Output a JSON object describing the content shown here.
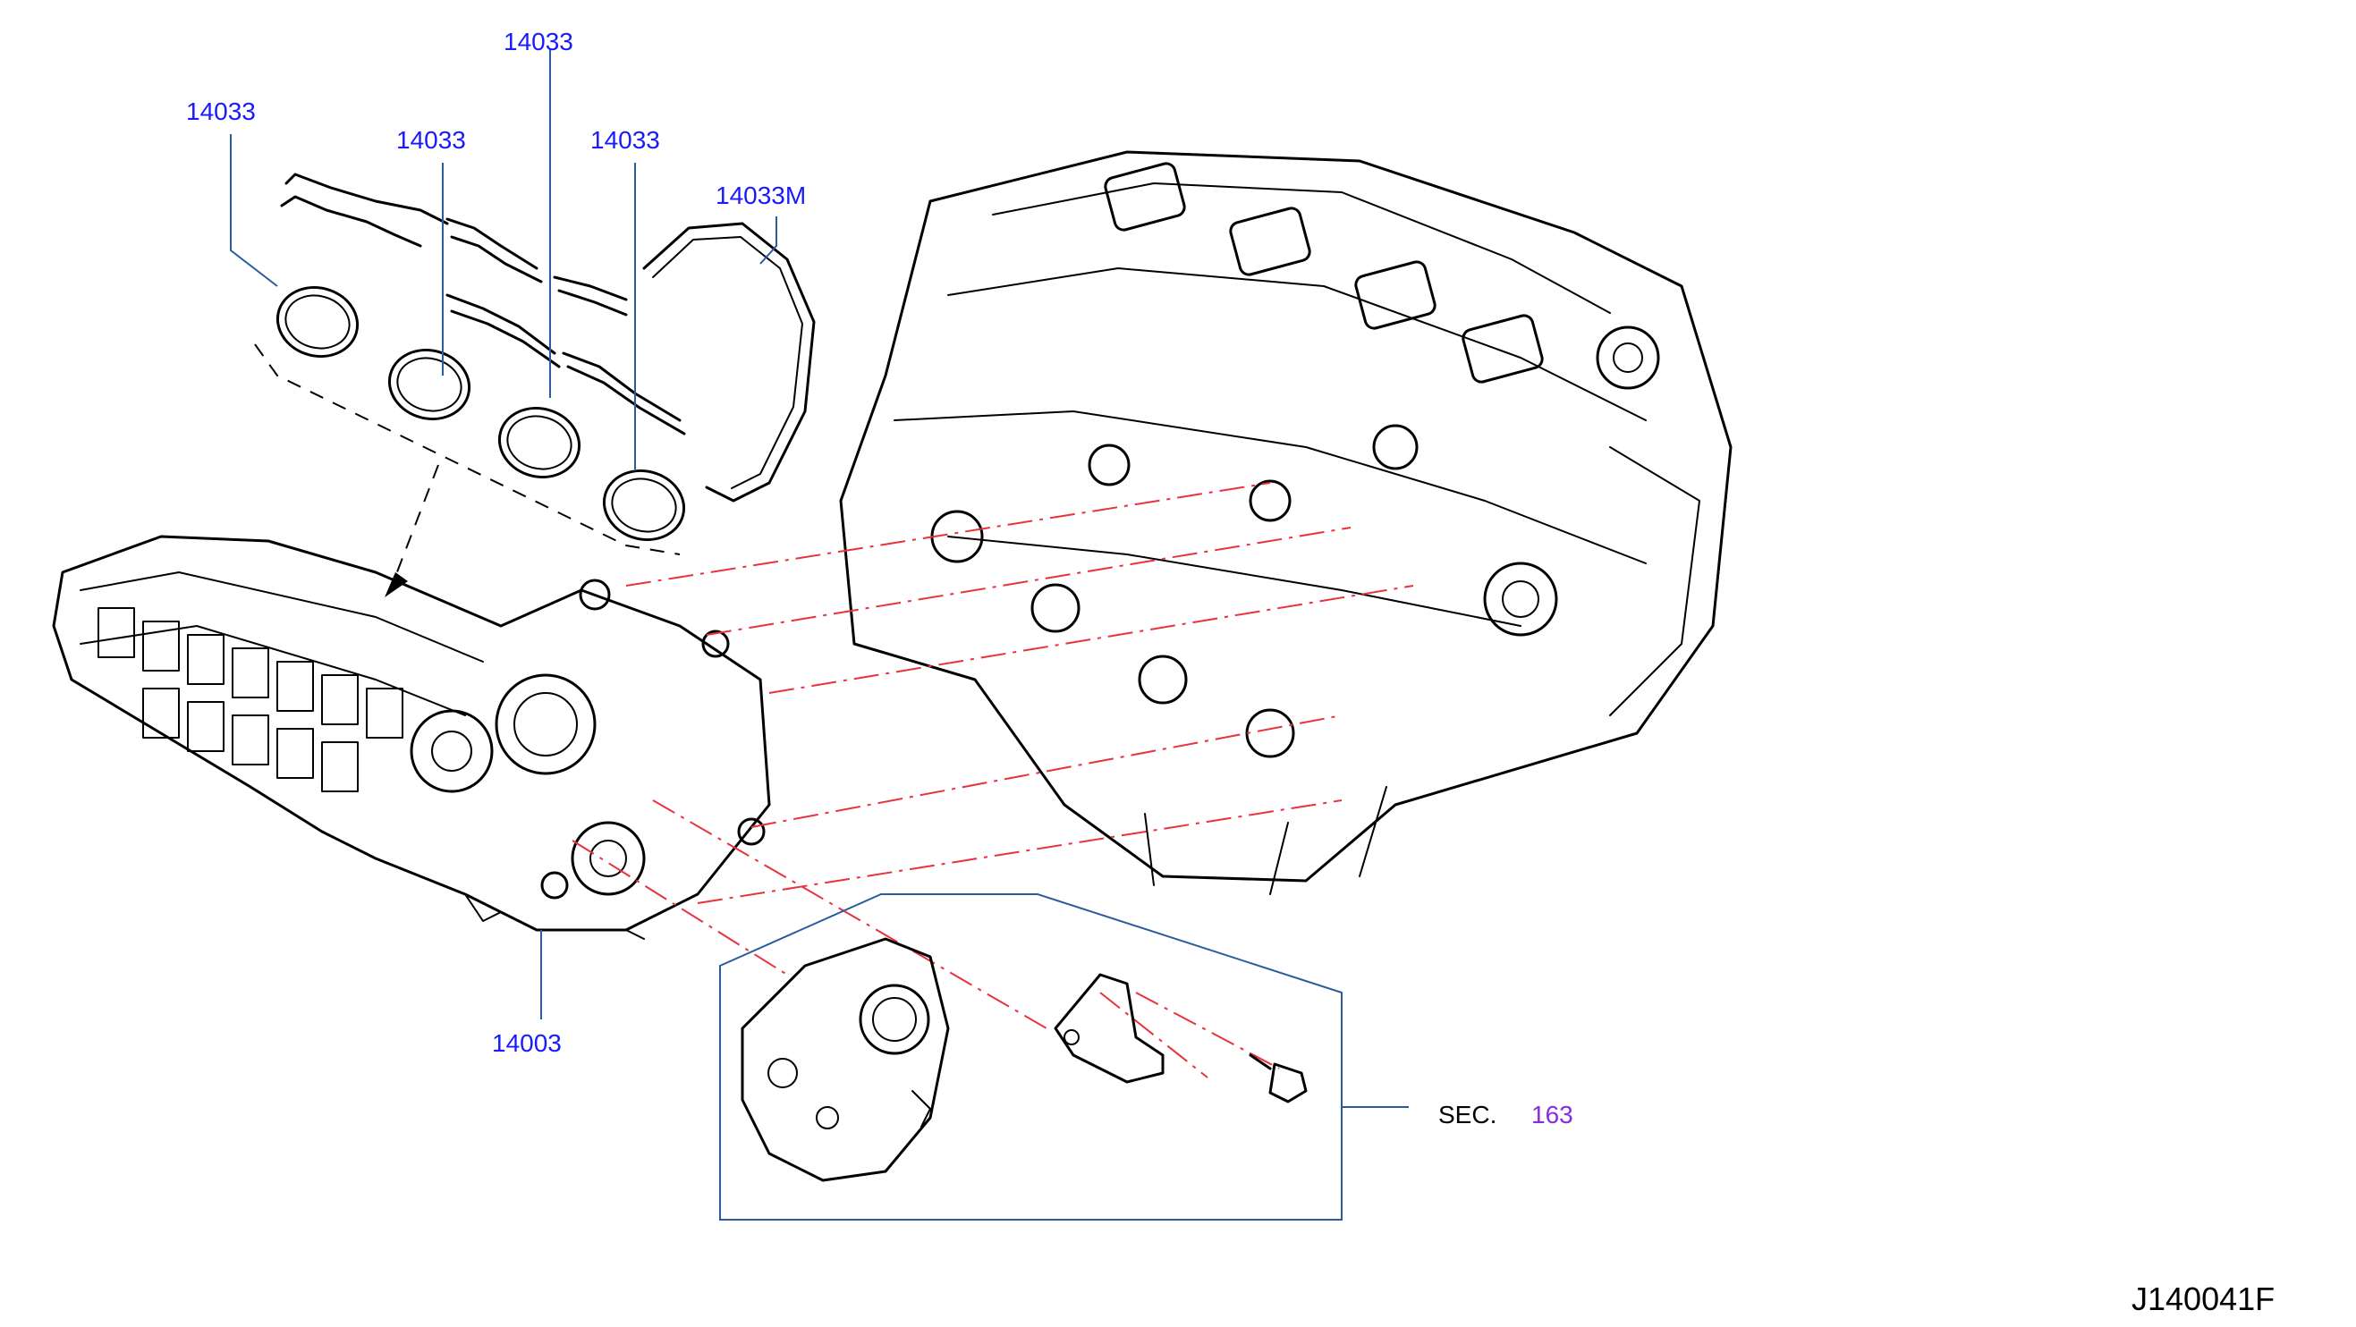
{
  "callouts": [
    {
      "id": "gasket-port-1",
      "part_no": "14033"
    },
    {
      "id": "gasket-top",
      "part_no": "14033"
    },
    {
      "id": "gasket-port-2",
      "part_no": "14033"
    },
    {
      "id": "gasket-port-3",
      "part_no": "14033"
    },
    {
      "id": "gasket-main",
      "part_no": "14033M"
    },
    {
      "id": "manifold",
      "part_no": "14003"
    }
  ],
  "section_ref": {
    "prefix": "SEC.",
    "number": "163"
  },
  "diagram_code": "J140041F",
  "colors": {
    "callout_text": "#1a1aff",
    "section_number": "#8a2be2",
    "leader_lines": "#2b5c9e",
    "alignment_lines": "#e8323c",
    "linework": "#000000"
  }
}
